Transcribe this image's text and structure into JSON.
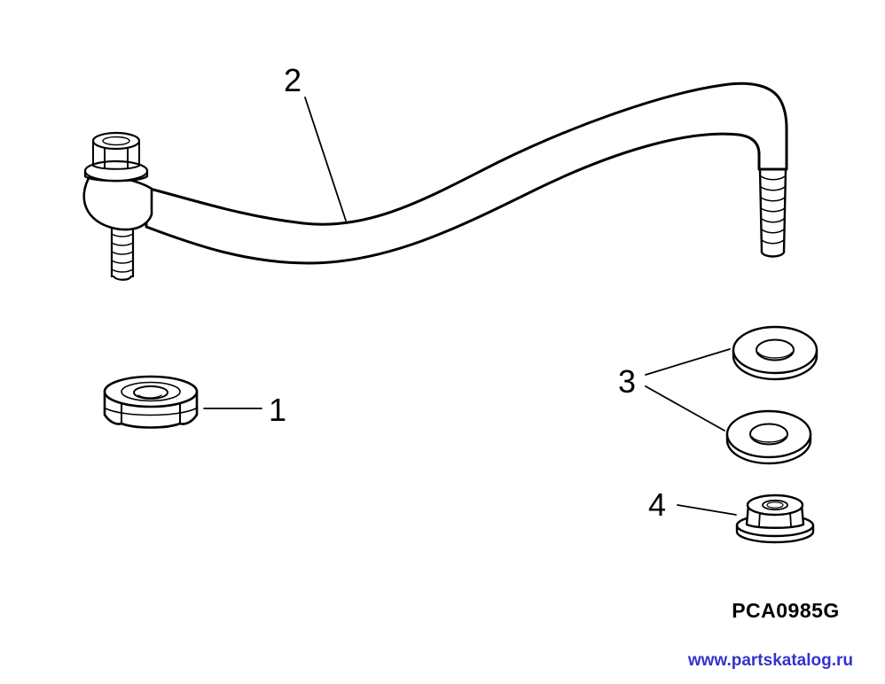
{
  "canvas": {
    "background": "#ffffff",
    "line_color": "#000000"
  },
  "callouts": [
    {
      "label": "1",
      "part": "locknut"
    },
    {
      "label": "2",
      "part": "link-rod"
    },
    {
      "label": "3",
      "part": "washers"
    },
    {
      "label": "4",
      "part": "flange-nut"
    }
  ],
  "footer": {
    "diagram_code": "PCA0985G",
    "watermark_text": "www.partskatalog.ru",
    "watermark_color": "#3333cc"
  }
}
